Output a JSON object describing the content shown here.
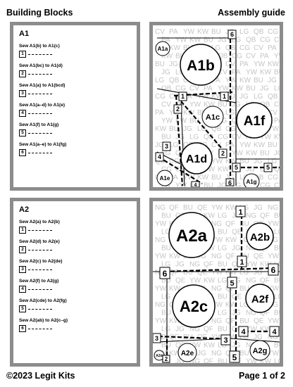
{
  "header": {
    "left": "Building Blocks",
    "right": "Assembly guide"
  },
  "footer": {
    "left": "©2023 Legit Kits",
    "right": "Page 1 of 2"
  },
  "blocks": [
    {
      "title": "A1",
      "steps": [
        {
          "num": "1",
          "label": "Sew A1(b) to A1(c)"
        },
        {
          "num": "2",
          "label": "Sew A1(bc) to A1(d)"
        },
        {
          "num": "3",
          "label": "Sew A1(a) to A1(bcd)"
        },
        {
          "num": "4",
          "label": "Sew A1(a–d) to A1(e)"
        },
        {
          "num": "5",
          "label": "Sew A1(f) to A1(g)"
        },
        {
          "num": "6",
          "label": "Sew A1(a–e) to A1(fg)"
        }
      ],
      "diagram": {
        "pieces": [
          "A1a",
          "A1b",
          "A1c",
          "A1d",
          "A1e",
          "A1f",
          "A1g"
        ],
        "codes": [
          "CV",
          "PA",
          "YW",
          "KW",
          "BU",
          "JG",
          "LG",
          "QB",
          "CG"
        ],
        "seam_numbers": [
          "1",
          "2",
          "3",
          "4",
          "5",
          "6"
        ]
      }
    },
    {
      "title": "A2",
      "steps": [
        {
          "num": "1",
          "label": "Sew A2(a) to A2(b)"
        },
        {
          "num": "2",
          "label": "Sew A2(d) to A2(e)"
        },
        {
          "num": "3",
          "label": "Sew A2(c) to A2(de)"
        },
        {
          "num": "4",
          "label": "Sew A2(f) to A2(g)"
        },
        {
          "num": "5",
          "label": "Sew A2(cde) to A2(fg)"
        },
        {
          "num": "6",
          "label": "Sew A2(ab) to A2(c–g)"
        }
      ],
      "diagram": {
        "pieces": [
          "A2a",
          "A2b",
          "A2c",
          "A2d",
          "A2e",
          "A2f",
          "A2g"
        ],
        "codes": [
          "NG",
          "QF",
          "BU",
          "QE",
          "YW",
          "KW",
          "LG",
          "JG"
        ],
        "seam_numbers": [
          "1",
          "2",
          "3",
          "4",
          "5",
          "6"
        ]
      }
    }
  ]
}
